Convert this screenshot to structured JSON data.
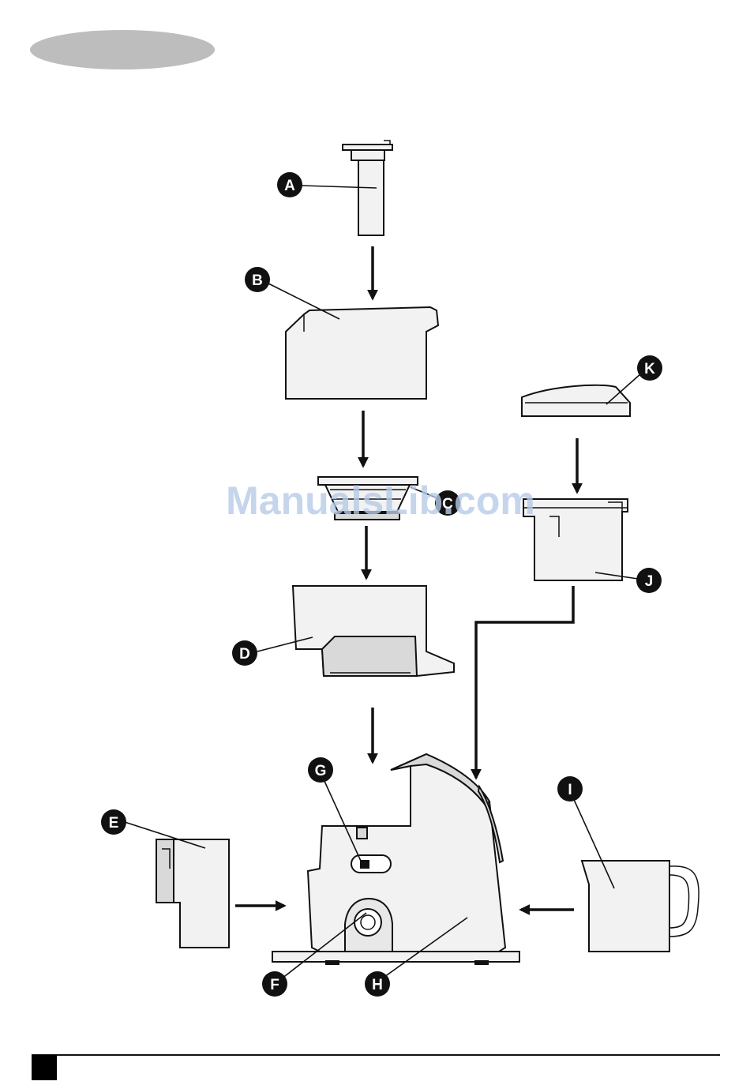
{
  "header": {
    "section_tab_color": "#bdbdbd"
  },
  "callouts": {
    "a": "A",
    "b": "B",
    "c": "C",
    "d": "D",
    "e": "E",
    "f": "F",
    "g": "G",
    "h": "H",
    "i": "I",
    "j": "J",
    "k": "K"
  },
  "watermark": {
    "text": "ManualsLib.com",
    "color": "#b7cbe8"
  },
  "footer": {
    "page_marker_color": "#000000"
  }
}
